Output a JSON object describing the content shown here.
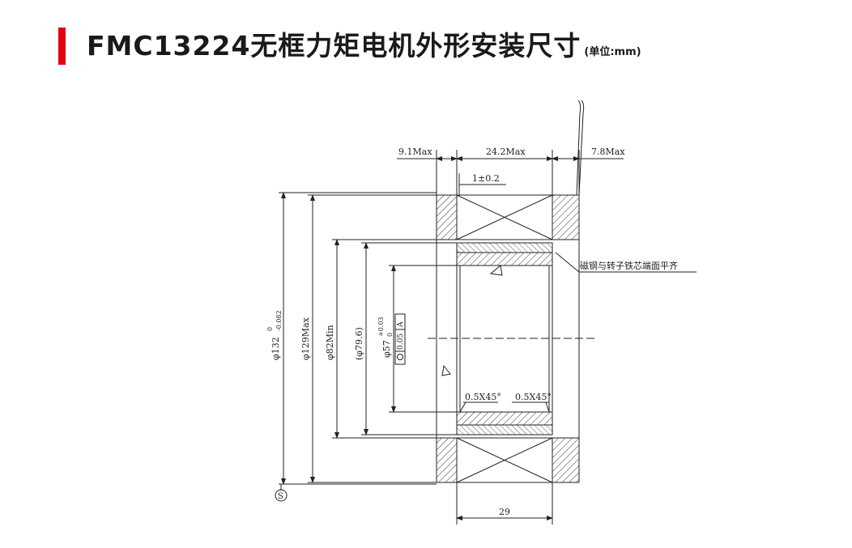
{
  "header": {
    "title": "FMC13224无框力矩电机外形安装尺寸",
    "unit_note": "(单位:mm)",
    "accent_color": "#e60012"
  },
  "dimensions": {
    "left_max": "9.1Max",
    "middle_max": "24.2Max",
    "right_max": "7.8Max",
    "offset": "1±0.2",
    "width": "29",
    "dia_outer": "φ132",
    "dia_outer_tol_upper": "0",
    "dia_outer_tol_lower": "-0.082",
    "dia_129": "φ129Max",
    "dia_82": "φ82Min",
    "dia_79": "(φ79.6)",
    "dia_inner": "φ57",
    "dia_inner_tol_upper": "+0.03",
    "dia_inner_tol_lower": "0",
    "runout_tol": "0.05",
    "runout_datum": "A",
    "chamfer_left": "0.5X45°",
    "chamfer_right": "0.5X45°"
  },
  "annotations": {
    "magnet_note": "磁钢与转子铁芯端面平齐",
    "datum_symbol": "S"
  }
}
